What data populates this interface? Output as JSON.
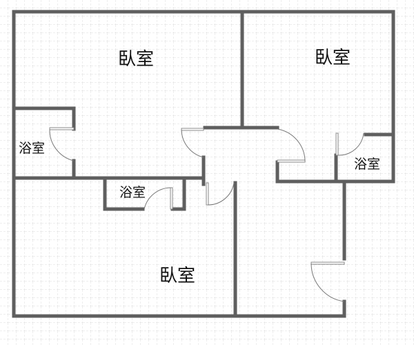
{
  "rooms": {
    "bedroom_top_left": "臥室",
    "bedroom_top_right": "臥室",
    "bedroom_bottom": "臥室",
    "bathroom_left": "浴室",
    "bathroom_middle": "浴室",
    "bathroom_right": "浴室"
  },
  "colors": {
    "wall": "#5f5f5f",
    "grid": "#dcdcdc"
  }
}
